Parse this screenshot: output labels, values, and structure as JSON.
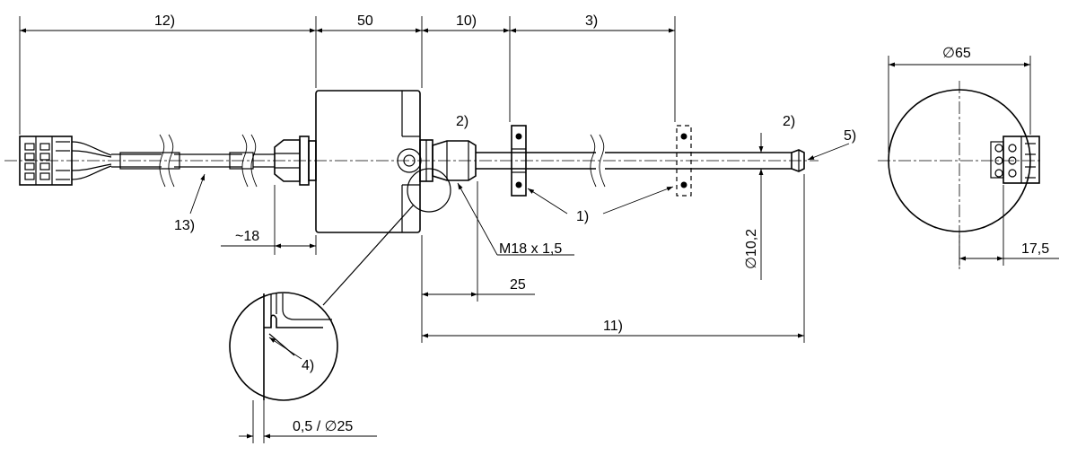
{
  "dimensions": {
    "cable_length": "12)",
    "housing_width": "50",
    "mount_offset": "10)",
    "rod_length_3": "3)",
    "note_2_left": "2)",
    "note_2_right": "2)",
    "note_5": "5)",
    "note_1": "1)",
    "note_13": "13)",
    "gland_length": "~18",
    "thread": "M18 x 1,5",
    "thread_length": "25",
    "rod_diameter": "∅10,2",
    "total_length": "11)",
    "detail_note": "4)",
    "detail_size": "0,5 / ∅25",
    "housing_diameter": "∅65",
    "connector_offset": "17,5"
  }
}
